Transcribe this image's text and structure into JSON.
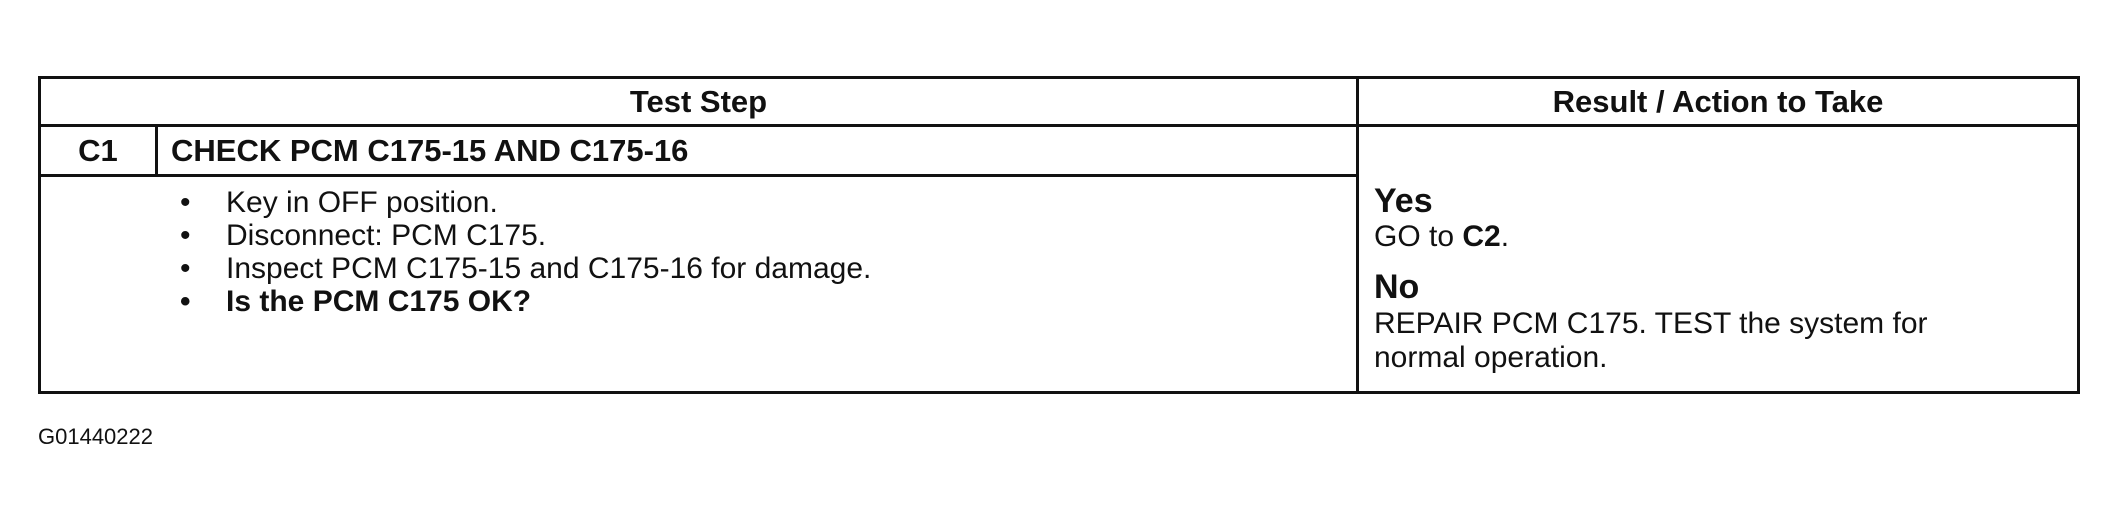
{
  "table": {
    "header_test_step": "Test Step",
    "header_result": "Result / Action to Take",
    "step": {
      "id": "C1",
      "title": "CHECK PCM C175-15 AND C175-16",
      "bullet_char": "•",
      "items": [
        "Key in OFF position.",
        "Disconnect: PCM C175.",
        "Inspect PCM C175-15 and C175-16 for damage.",
        "Is the PCM C175 OK?"
      ]
    },
    "result": {
      "yes_label": "Yes",
      "yes_action_prefix": "GO to ",
      "yes_action_target": "C2",
      "yes_action_suffix": ".",
      "no_label": "No",
      "no_action_line1": "REPAIR PCM C175. TEST the system for",
      "no_action_line2": "normal operation."
    }
  },
  "figure_id": "G01440222"
}
